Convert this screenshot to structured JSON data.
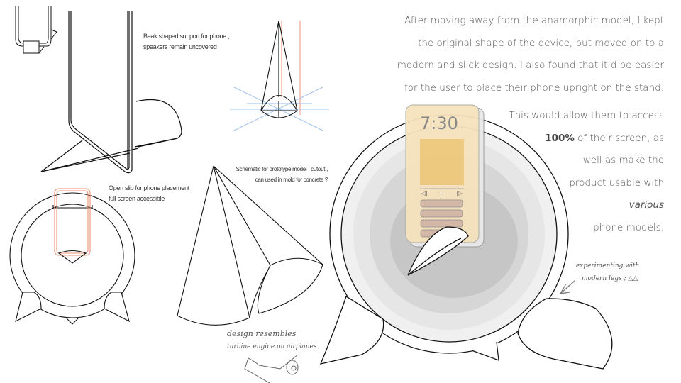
{
  "notes": {
    "beak": [
      "Beak shaped support for phone ,",
      "speakers remain uncovered"
    ],
    "slip": [
      "Open slip for phone placement ,",
      "full screen accessible"
    ],
    "schematic": [
      "Schematic for prototype model , cutout ,",
      "can used in mold for concrete ?"
    ]
  },
  "prose": {
    "intro_lines": [
      "After moving away from the anamorphic model, I kept",
      "the original shape of the device, but moved on to a",
      "modern and slick design. I also found that it’d be easier",
      "for the user to place their phone upright on the stand."
    ],
    "access_line1": "This would allow them to access",
    "access_bold": "100%",
    "access_line2_rest": " of their screen, as",
    "access_line3": "well as make the",
    "access_line4": "product usable with",
    "access_italic": "various",
    "access_line6": "phone models."
  },
  "handwritten": {
    "turbine": [
      "design resembles",
      "turbine engine on airplanes."
    ],
    "legs": [
      "experimenting with",
      "modern legs ; △△"
    ]
  },
  "phone_mockup": {
    "time": "7:30",
    "controls": [
      "◁|",
      "||",
      "|▷"
    ],
    "colors": {
      "screen": "#f6e3bd",
      "art": "#eec97a",
      "rows": "#d4b8a6",
      "frame": "#cfcfcf"
    }
  },
  "colors": {
    "line": "#111111",
    "guide_red": "#f0907a",
    "guide_blue": "#9ec0f0",
    "text": "#555555"
  }
}
